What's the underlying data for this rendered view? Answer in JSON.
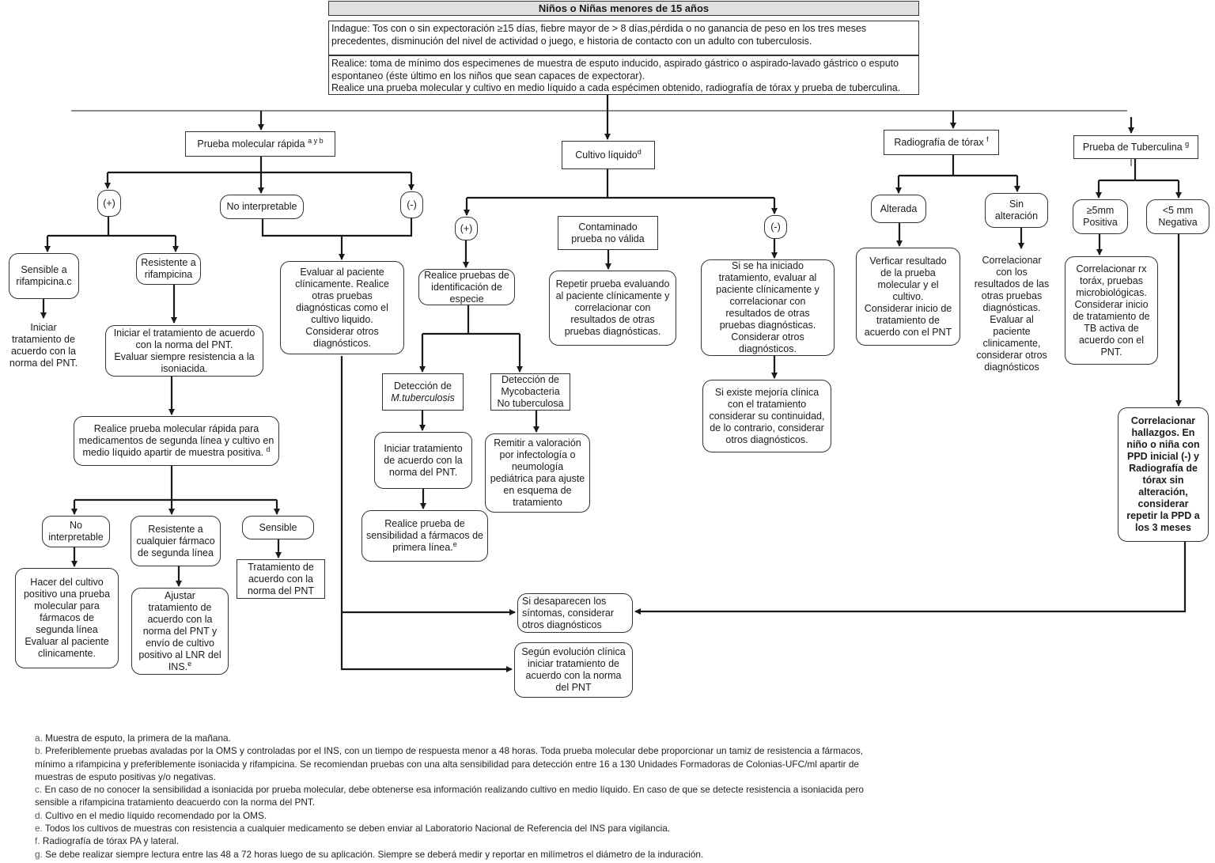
{
  "header": {
    "title": "Niños o Niñas menores de 15 años",
    "indague": [
      "Indague: Tos con o sin expectoración ≥15 días,  fiebre mayor de > 8 días,pérdida o no ganancia de peso en los tres meses",
      "precedentes, disminución del nivel de actividad o juego, e historia de contacto con un adulto con tuberculosis."
    ],
    "realice": [
      "Realice: toma de mínimo dos especimenes de muestra de esputo inducido, aspirado gástrico o aspirado-lavado gástrico o esputo",
      "espontaneo (éste último en los niños que sean capaces de expectorar).",
      "Realice una prueba molecular y cultivo en medio líquido a cada espécimen obtenido, radiografía de tórax y prueba de tuberculina."
    ]
  },
  "nodes": {
    "molecular": {
      "text": "Prueba molecular rápida",
      "sup": "a y b"
    },
    "cultivo": {
      "text": "Cultivo líquido",
      "sup": "d"
    },
    "rx": {
      "text": "Radiografía de tórax",
      "sup": "f"
    },
    "ppd": {
      "text": "Prueba de Tuberculina",
      "sup": "g"
    },
    "m_pos": "(+)",
    "m_noint": "No interpretable",
    "m_neg": "(-)",
    "sensible_rif": [
      "Sensible a",
      "rifampicina.c"
    ],
    "resistente_rif": [
      "Resistente a",
      "rifampicina"
    ],
    "iniciar_pnt": [
      "Iniciar",
      "tratamiento de",
      "acuerdo con la",
      "norma del PNT."
    ],
    "iniciar_isoniacida": [
      "Iniciar el tratamiento de acuerdo",
      "con la norma del PNT.",
      "Evaluar siempre resistencia a la",
      "isoniacida."
    ],
    "segunda_linea": {
      "lines": [
        "Realice prueba molecular rápida para",
        "medicamentos de segunda línea y cultivo en",
        "medio líquido apartir de muestra positiva."
      ],
      "sup": "d"
    },
    "sl_noint": [
      "No",
      "interpretable"
    ],
    "sl_resist": [
      "Resistente a",
      "cualquier fármaco",
      "de segunda línea"
    ],
    "sl_sens": "Sensible",
    "sl_hacer": [
      "Hacer del cultivo",
      "positivo una prueba",
      "molecular para",
      "fármacos de",
      "segunda línea",
      "Evaluar al paciente",
      "clinicamente."
    ],
    "sl_ajustar": {
      "lines": [
        "Ajustar",
        "tratamiento de",
        "acuerdo con la",
        "norma del PNT y",
        "envío de cultivo",
        "positivo al LNR del",
        "INS."
      ],
      "sup": "e"
    },
    "sl_trat": [
      "Tratamiento de",
      "acuerdo con la",
      "norma del PNT"
    ],
    "evaluar_clin": [
      "Evaluar al paciente",
      "clínicamente. Realice",
      "otras pruebas",
      "diagnósticas como el",
      "cultivo liquido.",
      "Considerar otros",
      "diagnósticos."
    ],
    "c_pos": "(+)",
    "c_cont": [
      "Contaminado",
      "prueba no válida"
    ],
    "c_neg": "(-)",
    "c_ident": [
      "Realice pruebas de",
      "identificación de",
      "especie"
    ],
    "c_repetir": [
      "Repetir prueba evaluando",
      "al paciente clínicamente y",
      "correlacionar con",
      "resultados de otras",
      "pruebas diagnósticas."
    ],
    "c_iniciado": [
      "Si se ha iniciado",
      "tratamiento, evaluar al",
      "paciente clínicamente y",
      "correlacionar con",
      "resultados de otras",
      "pruebas diagnósticas.",
      "Considerar otros",
      "diagnósticos."
    ],
    "c_mtb": [
      "Detección de",
      "M.tuberculosis"
    ],
    "c_notb": [
      "Detección de",
      "Mycobacteria",
      "No tuberculosa"
    ],
    "c_mejoria": [
      "Si existe mejoría clínica",
      "con el tratamiento",
      "considerar su continuidad,",
      "de lo contrario, considerar",
      "otros diagnósticos."
    ],
    "c_iniciar": [
      "Iniciar tratamiento",
      "de acuerdo con la",
      "norma del PNT."
    ],
    "c_remitir": [
      "Remitir a valoración",
      "por infectología o",
      "neumología",
      "pediátrica para ajuste",
      "en esquema de",
      "tratamiento"
    ],
    "c_sensib": {
      "lines": [
        "Realice prueba de",
        "sensibilidad a fármacos de",
        "primera línea."
      ],
      "sup": "e"
    },
    "rx_alt": "Alterada",
    "rx_sin": [
      "Sin",
      "alteración"
    ],
    "rx_verif": [
      "Verficar resultado",
      "de la prueba",
      "molecular y el",
      "cultivo.",
      "Considerar inicio de",
      "tratamiento de",
      "acuerdo con el PNT"
    ],
    "rx_correl": [
      "Correlacionar",
      "con los",
      "resultados de las",
      "otras pruebas",
      "diagnósticas.",
      "Evaluar al",
      "paciente",
      "clinicamente,",
      "considerar otros",
      "diagnósticos"
    ],
    "ppd_pos": [
      "≥5mm",
      "Positiva"
    ],
    "ppd_neg": [
      "<5 mm",
      "Negativa"
    ],
    "ppd_correl": [
      "Correlacionar rx",
      "toráx, pruebas",
      "microbiológicas.",
      "Considerar inicio",
      "de tratamiento de",
      "TB activa de",
      "acuerdo con el",
      "PNT."
    ],
    "ppd_hallazgos": [
      "Correlacionar",
      "hallazgos. En",
      "niño o niña con",
      "PPD inicial  (-) y",
      "Radiografía de",
      "tórax sin",
      "alteración,",
      "considerar",
      "repetir la PPD a",
      "los 3 meses"
    ],
    "desaparecen": [
      "Si desaparecen los",
      "síntomas, considerar",
      "otros diagnósticos"
    ],
    "evolucion": [
      "Según evolución clínica",
      "iniciar tratamiento de",
      "acuerdo con la norma",
      "del PNT"
    ]
  },
  "footnotes": [
    {
      "key": "a.",
      "text": "Muestra de esputo, la primera de la mañana."
    },
    {
      "key": "b.",
      "text": "Preferiblemente pruebas avaladas por la OMS y controladas por el INS, con un tiempo de respuesta menor a 48 horas. Toda prueba molecular debe proporcionar un tamiz de resistencia a fármacos,"
    },
    {
      "key": "",
      "text": "mínimo a rifampicina y preferiblemente isoniacida y rifampicina. Se recomiendan pruebas con una alta sensibilidad para detección entre 16 a 130 Unidades Formadoras de Colonias-UFC/ml apartir de"
    },
    {
      "key": "",
      "text": "muestras de esputo positivas y/o negativas."
    },
    {
      "key": "c.",
      "text": "En caso de no conocer la sensibilidad a isoniacida por prueba molecular, debe obtenerse esa información realizando cultivo en medio líquido. En caso de que se detecte resistencia a isoniacida pero"
    },
    {
      "key": "",
      "text": "sensible a rifampicina tratamiento deacuerdo con la norma del PNT."
    },
    {
      "key": "d.",
      "text": "Cultivo en el medio líquido recomendado por la OMS."
    },
    {
      "key": "e.",
      "text": "Todos los cultivos de muestras con resistencia a cualquier medicamento se deben enviar al Laboratorio Nacional de Referencia del INS para vigilancia."
    },
    {
      "key": "f.",
      "text": "Radiografía de tórax PA y lateral."
    },
    {
      "key": "g.",
      "text": "Se debe realizar siempre lectura entre las 48 a 72 horas luego de su aplicación. Siempre se deberá medir y reportar en milímetros el diámetro de la induración."
    }
  ]
}
